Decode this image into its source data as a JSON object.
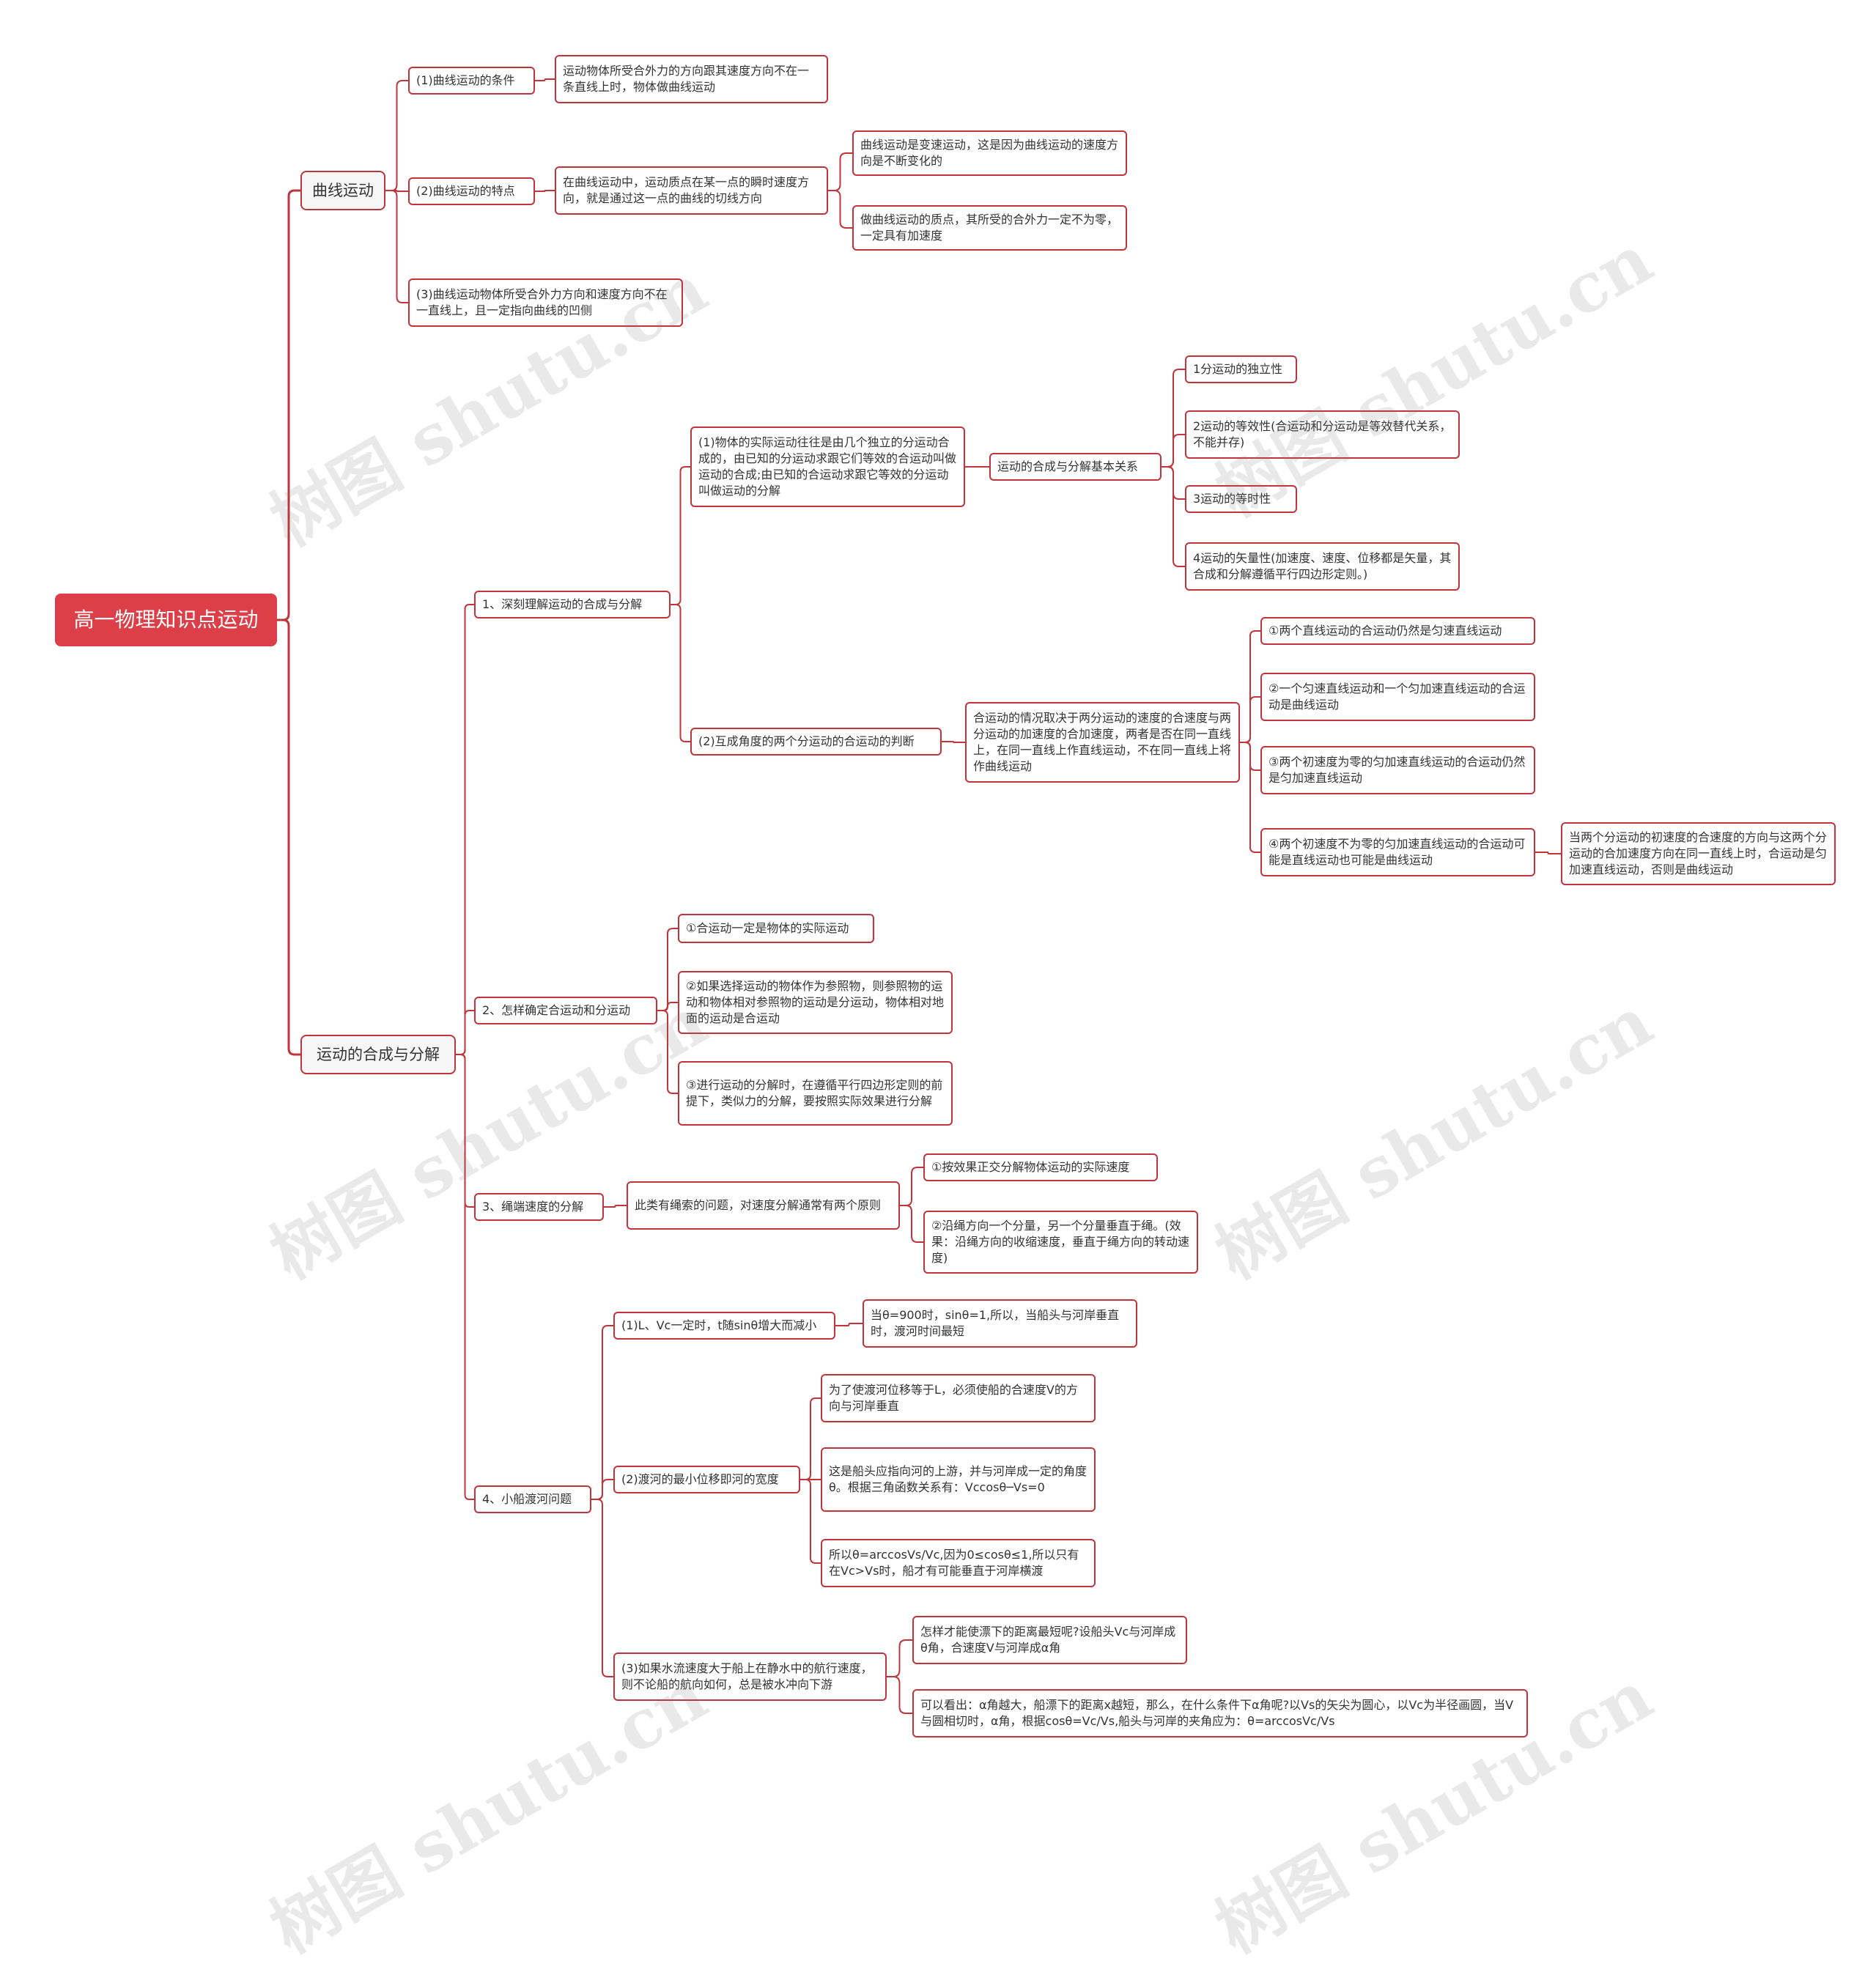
{
  "colors": {
    "accent": "#c0343b",
    "root_fill": "#dc3f47",
    "watermark": "#b4b4b4"
  },
  "watermark": "树图 shutu.cn",
  "nodes": [
    {
      "id": "root",
      "text": "高一物理知识点运动"
    },
    {
      "id": "curve",
      "text": "曲线运动"
    },
    {
      "id": "c1",
      "text": "(1)曲线运动的条件"
    },
    {
      "id": "c1a",
      "text": "运动物体所受合外力的方向跟其速度方向不在一条直线上时，物体做曲线运动"
    },
    {
      "id": "c2",
      "text": "(2)曲线运动的特点"
    },
    {
      "id": "c2a",
      "text": "在曲线运动中，运动质点在某一点的瞬时速度方向，就是通过这一点的曲线的切线方向"
    },
    {
      "id": "c2b",
      "text": "曲线运动是变速运动，这是因为曲线运动的速度方向是不断变化的"
    },
    {
      "id": "c2c",
      "text": "做曲线运动的质点，其所受的合外力一定不为零，一定具有加速度"
    },
    {
      "id": "c3",
      "text": "(3)曲线运动物体所受合外力方向和速度方向不在一直线上，且一定指向曲线的凹侧"
    },
    {
      "id": "comp",
      "text": "运动的合成与分解"
    },
    {
      "id": "s1",
      "text": "1、深刻理解运动的合成与分解"
    },
    {
      "id": "s1a",
      "text": "(1)物体的实际运动往往是由几个独立的分运动合成的，由已知的分运动求跟它们等效的合运动叫做运动的合成;由已知的合运动求跟它等效的分运动叫做运动的分解"
    },
    {
      "id": "s1a1",
      "text": "运动的合成与分解基本关系"
    },
    {
      "id": "p1",
      "text": "1分运动的独立性"
    },
    {
      "id": "p2",
      "text": "2运动的等效性(合运动和分运动是等效替代关系，不能并存)"
    },
    {
      "id": "p3",
      "text": "3运动的等时性"
    },
    {
      "id": "p4",
      "text": "4运动的矢量性(加速度、速度、位移都是矢量，其合成和分解遵循平行四边形定则。)"
    },
    {
      "id": "s1b",
      "text": "(2)互成角度的两个分运动的合运动的判断"
    },
    {
      "id": "s1b1",
      "text": "合运动的情况取决于两分运动的速度的合速度与两分运动的加速度的合加速度，两者是否在同一直线上，在同一直线上作直线运动，不在同一直线上将作曲线运动"
    },
    {
      "id": "q1",
      "text": "①两个直线运动的合运动仍然是匀速直线运动"
    },
    {
      "id": "q2",
      "text": "②一个匀速直线运动和一个匀加速直线运动的合运动是曲线运动"
    },
    {
      "id": "q3",
      "text": "③两个初速度为零的匀加速直线运动的合运动仍然是匀加速直线运动"
    },
    {
      "id": "q4",
      "text": "④两个初速度不为零的匀加速直线运动的合运动可能是直线运动也可能是曲线运动"
    },
    {
      "id": "q4a",
      "text": "当两个分运动的初速度的合速度的方向与这两个分运动的合加速度方向在同一直线上时，合运动是匀加速直线运动，否则是曲线运动"
    },
    {
      "id": "s2",
      "text": "2、怎样确定合运动和分运动"
    },
    {
      "id": "s2a",
      "text": "①合运动一定是物体的实际运动"
    },
    {
      "id": "s2b",
      "text": "②如果选择运动的物体作为参照物，则参照物的运动和物体相对参照物的运动是分运动，物体相对地面的运动是合运动"
    },
    {
      "id": "s2c",
      "text": "③进行运动的分解时，在遵循平行四边形定则的前提下，类似力的分解，要按照实际效果进行分解"
    },
    {
      "id": "s3",
      "text": "3、绳端速度的分解"
    },
    {
      "id": "s3a",
      "text": "此类有绳索的问题，对速度分解通常有两个原则"
    },
    {
      "id": "s3a1",
      "text": "①按效果正交分解物体运动的实际速度"
    },
    {
      "id": "s3a2",
      "text": "②沿绳方向一个分量，另一个分量垂直于绳。(效果：沿绳方向的收缩速度，垂直于绳方向的转动速度)"
    },
    {
      "id": "s4",
      "text": "4、小船渡河问题"
    },
    {
      "id": "s4a",
      "text": "(1)L、Vc一定时，t随sinθ增大而减小"
    },
    {
      "id": "s4a1",
      "text": "当θ=900时，sinθ=1,所以，当船头与河岸垂直时，渡河时间最短"
    },
    {
      "id": "s4b",
      "text": "(2)渡河的最小位移即河的宽度"
    },
    {
      "id": "s4b1",
      "text": "为了使渡河位移等于L，必须使船的合速度V的方向与河岸垂直"
    },
    {
      "id": "s4b2",
      "text": "这是船头应指向河的上游，并与河岸成一定的角度θ。根据三角函数关系有：Vccosθ─Vs=0"
    },
    {
      "id": "s4b3",
      "text": "所以θ=arccosVs/Vc,因为0≤cosθ≤1,所以只有在Vc>Vs时，船才有可能垂直于河岸横渡"
    },
    {
      "id": "s4c",
      "text": "(3)如果水流速度大于船上在静水中的航行速度，则不论船的航向如何，总是被水冲向下游"
    },
    {
      "id": "s4c1",
      "text": "怎样才能使漂下的距离最短呢?设船头Vc与河岸成θ角，合速度V与河岸成α角"
    },
    {
      "id": "s4c2",
      "text": "可以看出：α角越大，船漂下的距离x越短，那么，在什么条件下α角呢?以Vs的矢尖为圆心，以Vc为半径画圆，当V与圆相切时，α角，根据cosθ=Vc/Vs,船头与河岸的夹角应为：θ=arccosVc/Vs"
    }
  ]
}
